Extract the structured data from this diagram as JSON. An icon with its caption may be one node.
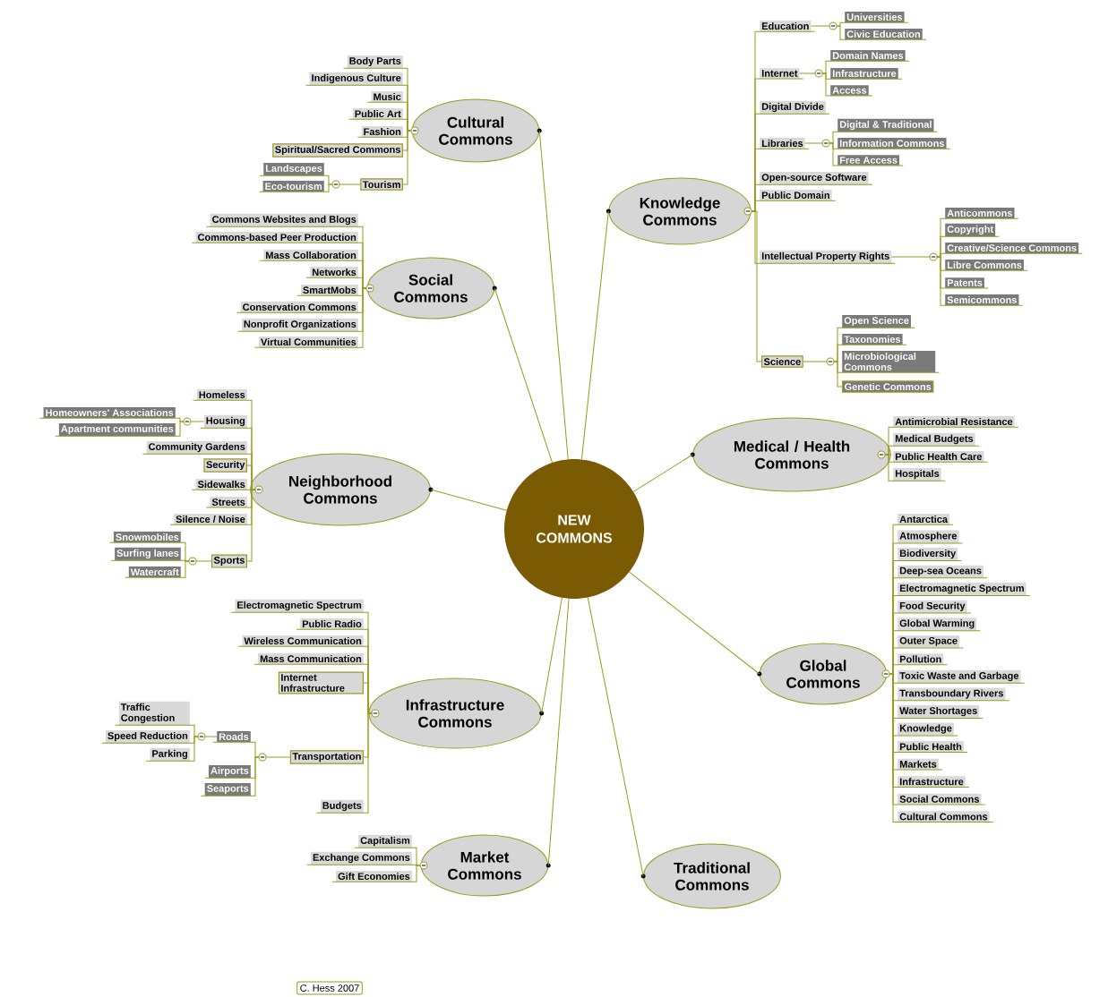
{
  "diagram": {
    "nodes": [
      {
        "text": [
          "NEW COMMONS"
        ]
      },
      {
        "text": [
          "Cultural Commons"
        ]
      },
      {
        "text": [
          "Body Parts"
        ]
      },
      {
        "text": [
          "Indigenous Culture"
        ]
      },
      {
        "text": [
          "Music"
        ]
      },
      {
        "text": [
          "Public Art"
        ]
      },
      {
        "text": [
          "Fashion"
        ]
      },
      {
        "text": [
          "Spiritual/Sacred Commons"
        ]
      },
      {
        "text": [
          "Tourism"
        ]
      },
      {
        "text": [
          "Landscapes"
        ]
      },
      {
        "text": [
          "Eco-tourism"
        ]
      },
      {
        "text": [
          "Social Commons"
        ]
      },
      {
        "text": [
          "Commons Websites and Blogs"
        ]
      },
      {
        "text": [
          "Commons-based Peer Production"
        ]
      },
      {
        "text": [
          "Mass Collaboration"
        ]
      },
      {
        "text": [
          "Networks"
        ]
      },
      {
        "text": [
          "SmartMobs"
        ]
      },
      {
        "text": [
          "Conservation Commons"
        ]
      },
      {
        "text": [
          "Nonprofit Organizations"
        ]
      },
      {
        "text": [
          "Virtual Communities"
        ]
      },
      {
        "text": [
          "Neighborhood Commons"
        ]
      },
      {
        "text": [
          "Homeless"
        ]
      },
      {
        "text": [
          "Housing"
        ]
      },
      {
        "text": [
          "Homeowners' Associations"
        ]
      },
      {
        "text": [
          "Apartment communities"
        ]
      },
      {
        "text": [
          "Community Gardens"
        ]
      },
      {
        "text": [
          "Security"
        ]
      },
      {
        "text": [
          "Sidewalks"
        ]
      },
      {
        "text": [
          "Streets"
        ]
      },
      {
        "text": [
          "Silence / Noise"
        ]
      },
      {
        "text": [
          "Sports"
        ]
      },
      {
        "text": [
          "Snowmobiles"
        ]
      },
      {
        "text": [
          "Surfing lanes"
        ]
      },
      {
        "text": [
          "Watercraft"
        ]
      },
      {
        "text": [
          "Infrastructure Commons"
        ]
      },
      {
        "text": [
          "Electromagnetic Spectrum"
        ]
      },
      {
        "text": [
          "Public Radio"
        ]
      },
      {
        "text": [
          "Wireless Communication"
        ]
      },
      {
        "text": [
          "Mass Communication"
        ]
      },
      {
        "text": [
          "Internet Infrastructure"
        ]
      },
      {
        "text": [
          "Transportation"
        ]
      },
      {
        "text": [
          "Roads"
        ]
      },
      {
        "text": [
          "Traffic Congestion"
        ]
      },
      {
        "text": [
          "Speed Reduction"
        ]
      },
      {
        "text": [
          "Parking"
        ]
      },
      {
        "text": [
          "Airports"
        ]
      },
      {
        "text": [
          "Seaports"
        ]
      },
      {
        "text": [
          "Budgets"
        ]
      },
      {
        "text": [
          "Market Commons"
        ]
      },
      {
        "text": [
          "Capitalism"
        ]
      },
      {
        "text": [
          "Exchange Commons"
        ]
      },
      {
        "text": [
          "Gift Economies"
        ]
      },
      {
        "text": [
          "Knowledge Commons"
        ]
      },
      {
        "text": [
          "Education"
        ]
      },
      {
        "text": [
          "Universities"
        ]
      },
      {
        "text": [
          "Civic Education"
        ]
      },
      {
        "text": [
          "Internet"
        ]
      },
      {
        "text": [
          "Domain Names"
        ]
      },
      {
        "text": [
          "Infrastructure"
        ]
      },
      {
        "text": [
          "Access"
        ]
      },
      {
        "text": [
          "Digital Divide"
        ]
      },
      {
        "text": [
          "Libraries"
        ]
      },
      {
        "text": [
          "Digital & Traditional"
        ]
      },
      {
        "text": [
          "Information Commons"
        ]
      },
      {
        "text": [
          "Free Access"
        ]
      },
      {
        "text": [
          "Open-source Software"
        ]
      },
      {
        "text": [
          "Public Domain"
        ]
      },
      {
        "text": [
          "Intellectual Property Rights"
        ]
      },
      {
        "text": [
          "Anticommons"
        ]
      },
      {
        "text": [
          "Copyright"
        ]
      },
      {
        "text": [
          "Creative/Science Commons"
        ]
      },
      {
        "text": [
          "Libre Commons"
        ]
      },
      {
        "text": [
          "Patents"
        ]
      },
      {
        "text": [
          "Semicommons"
        ]
      },
      {
        "text": [
          "Science"
        ]
      },
      {
        "text": [
          "Open Science"
        ]
      },
      {
        "text": [
          "Taxonomies"
        ]
      },
      {
        "text": [
          "Microbiological Commons"
        ]
      },
      {
        "text": [
          "Genetic Commons"
        ]
      },
      {
        "text": [
          "Medical / Health Commons"
        ]
      },
      {
        "text": [
          "Antimicrobial Resistance"
        ]
      },
      {
        "text": [
          "Medical Budgets"
        ]
      },
      {
        "text": [
          "Public Health Care"
        ]
      },
      {
        "text": [
          "Hospitals"
        ]
      },
      {
        "text": [
          "Global Commons"
        ]
      },
      {
        "text": [
          "Antarctica"
        ]
      },
      {
        "text": [
          "Atmosphere"
        ]
      },
      {
        "text": [
          "Biodiversity"
        ]
      },
      {
        "text": [
          "Deep-sea Oceans"
        ]
      },
      {
        "text": [
          "Electromagnetic Spectrum"
        ]
      },
      {
        "text": [
          "Food Security"
        ]
      },
      {
        "text": [
          "Global Warming"
        ]
      },
      {
        "text": [
          "Outer Space"
        ]
      },
      {
        "text": [
          "Pollution"
        ]
      },
      {
        "text": [
          "Toxic Waste and Garbage"
        ]
      },
      {
        "text": [
          "Transboundary Rivers"
        ]
      },
      {
        "text": [
          "Water Shortages"
        ]
      },
      {
        "text": [
          "Knowledge"
        ]
      },
      {
        "text": [
          "Public Health"
        ]
      },
      {
        "text": [
          "Markets"
        ]
      },
      {
        "text": [
          "Infrastructure"
        ]
      },
      {
        "text": [
          "Social Commons"
        ]
      },
      {
        "text": [
          "Cultural Commons"
        ]
      },
      {
        "text": [
          "Traditional Commons"
        ]
      },
      {
        "text": [
          "C. Hess 2007"
        ]
      }
    ],
    "edges": [
      {
        "from": 0,
        "to": 1,
        "arrow": "none"
      },
      {
        "from": 0,
        "to": 11,
        "arrow": "none"
      },
      {
        "from": 0,
        "to": 20,
        "arrow": "none"
      },
      {
        "from": 0,
        "to": 34,
        "arrow": "none"
      },
      {
        "from": 0,
        "to": 48,
        "arrow": "none"
      },
      {
        "from": 0,
        "to": 52,
        "arrow": "none"
      },
      {
        "from": 0,
        "to": 79,
        "arrow": "none"
      },
      {
        "from": 0,
        "to": 84,
        "arrow": "none"
      },
      {
        "from": 0,
        "to": 103,
        "arrow": "none"
      },
      {
        "from": 1,
        "to": 2,
        "arrow": "none"
      },
      {
        "from": 1,
        "to": 3,
        "arrow": "none"
      },
      {
        "from": 1,
        "to": 4,
        "arrow": "none"
      },
      {
        "from": 1,
        "to": 5,
        "arrow": "none"
      },
      {
        "from": 1,
        "to": 6,
        "arrow": "none"
      },
      {
        "from": 1,
        "to": 7,
        "arrow": "none"
      },
      {
        "from": 1,
        "to": 8,
        "arrow": "none"
      },
      {
        "from": 8,
        "to": 9,
        "arrow": "none"
      },
      {
        "from": 8,
        "to": 10,
        "arrow": "none"
      },
      {
        "from": 11,
        "to": 12,
        "arrow": "none"
      },
      {
        "from": 11,
        "to": 13,
        "arrow": "none"
      },
      {
        "from": 11,
        "to": 14,
        "arrow": "none"
      },
      {
        "from": 11,
        "to": 15,
        "arrow": "none"
      },
      {
        "from": 11,
        "to": 16,
        "arrow": "none"
      },
      {
        "from": 11,
        "to": 17,
        "arrow": "none"
      },
      {
        "from": 11,
        "to": 18,
        "arrow": "none"
      },
      {
        "from": 11,
        "to": 19,
        "arrow": "none"
      },
      {
        "from": 20,
        "to": 21,
        "arrow": "none"
      },
      {
        "from": 20,
        "to": 22,
        "arrow": "none"
      },
      {
        "from": 22,
        "to": 23,
        "arrow": "none"
      },
      {
        "from": 22,
        "to": 24,
        "arrow": "none"
      },
      {
        "from": 20,
        "to": 25,
        "arrow": "none"
      },
      {
        "from": 20,
        "to": 26,
        "arrow": "none"
      },
      {
        "from": 20,
        "to": 27,
        "arrow": "none"
      },
      {
        "from": 20,
        "to": 28,
        "arrow": "none"
      },
      {
        "from": 20,
        "to": 29,
        "arrow": "none"
      },
      {
        "from": 20,
        "to": 30,
        "arrow": "none"
      },
      {
        "from": 30,
        "to": 31,
        "arrow": "none"
      },
      {
        "from": 30,
        "to": 32,
        "arrow": "none"
      },
      {
        "from": 30,
        "to": 33,
        "arrow": "none"
      },
      {
        "from": 34,
        "to": 35,
        "arrow": "none"
      },
      {
        "from": 34,
        "to": 36,
        "arrow": "none"
      },
      {
        "from": 34,
        "to": 37,
        "arrow": "none"
      },
      {
        "from": 34,
        "to": 38,
        "arrow": "none"
      },
      {
        "from": 34,
        "to": 39,
        "arrow": "none"
      },
      {
        "from": 34,
        "to": 40,
        "arrow": "none"
      },
      {
        "from": 40,
        "to": 41,
        "arrow": "none"
      },
      {
        "from": 41,
        "to": 42,
        "arrow": "none"
      },
      {
        "from": 41,
        "to": 43,
        "arrow": "none"
      },
      {
        "from": 41,
        "to": 44,
        "arrow": "none"
      },
      {
        "from": 40,
        "to": 45,
        "arrow": "none"
      },
      {
        "from": 40,
        "to": 46,
        "arrow": "none"
      },
      {
        "from": 34,
        "to": 47,
        "arrow": "none"
      },
      {
        "from": 48,
        "to": 49,
        "arrow": "none"
      },
      {
        "from": 48,
        "to": 50,
        "arrow": "none"
      },
      {
        "from": 48,
        "to": 51,
        "arrow": "none"
      },
      {
        "from": 52,
        "to": 53,
        "arrow": "none"
      },
      {
        "from": 53,
        "to": 54,
        "arrow": "none"
      },
      {
        "from": 53,
        "to": 55,
        "arrow": "none"
      },
      {
        "from": 52,
        "to": 56,
        "arrow": "none"
      },
      {
        "from": 56,
        "to": 57,
        "arrow": "none"
      },
      {
        "from": 56,
        "to": 58,
        "arrow": "none"
      },
      {
        "from": 56,
        "to": 59,
        "arrow": "none"
      },
      {
        "from": 52,
        "to": 60,
        "arrow": "none"
      },
      {
        "from": 52,
        "to": 61,
        "arrow": "none"
      },
      {
        "from": 61,
        "to": 62,
        "arrow": "none"
      },
      {
        "from": 61,
        "to": 63,
        "arrow": "none"
      },
      {
        "from": 61,
        "to": 64,
        "arrow": "none"
      },
      {
        "from": 52,
        "to": 65,
        "arrow": "none"
      },
      {
        "from": 52,
        "to": 66,
        "arrow": "none"
      },
      {
        "from": 52,
        "to": 67,
        "arrow": "none"
      },
      {
        "from": 67,
        "to": 68,
        "arrow": "none"
      },
      {
        "from": 67,
        "to": 69,
        "arrow": "none"
      },
      {
        "from": 67,
        "to": 70,
        "arrow": "none"
      },
      {
        "from": 67,
        "to": 71,
        "arrow": "none"
      },
      {
        "from": 67,
        "to": 72,
        "arrow": "none"
      },
      {
        "from": 67,
        "to": 73,
        "arrow": "none"
      },
      {
        "from": 52,
        "to": 74,
        "arrow": "none"
      },
      {
        "from": 74,
        "to": 75,
        "arrow": "none"
      },
      {
        "from": 74,
        "to": 76,
        "arrow": "none"
      },
      {
        "from": 74,
        "to": 77,
        "arrow": "none"
      },
      {
        "from": 74,
        "to": 78,
        "arrow": "none"
      },
      {
        "from": 79,
        "to": 80,
        "arrow": "none"
      },
      {
        "from": 79,
        "to": 81,
        "arrow": "none"
      },
      {
        "from": 79,
        "to": 82,
        "arrow": "none"
      },
      {
        "from": 79,
        "to": 83,
        "arrow": "none"
      },
      {
        "from": 84,
        "to": 85,
        "arrow": "none"
      },
      {
        "from": 84,
        "to": 86,
        "arrow": "none"
      },
      {
        "from": 84,
        "to": 87,
        "arrow": "none"
      },
      {
        "from": 84,
        "to": 88,
        "arrow": "none"
      },
      {
        "from": 84,
        "to": 89,
        "arrow": "none"
      },
      {
        "from": 84,
        "to": 90,
        "arrow": "none"
      },
      {
        "from": 84,
        "to": 91,
        "arrow": "none"
      },
      {
        "from": 84,
        "to": 92,
        "arrow": "none"
      },
      {
        "from": 84,
        "to": 93,
        "arrow": "none"
      },
      {
        "from": 84,
        "to": 94,
        "arrow": "none"
      },
      {
        "from": 84,
        "to": 95,
        "arrow": "none"
      },
      {
        "from": 84,
        "to": 96,
        "arrow": "none"
      },
      {
        "from": 84,
        "to": 97,
        "arrow": "none"
      },
      {
        "from": 84,
        "to": 98,
        "arrow": "none"
      },
      {
        "from": 84,
        "to": 99,
        "arrow": "none"
      },
      {
        "from": 84,
        "to": 100,
        "arrow": "none"
      },
      {
        "from": 84,
        "to": 101,
        "arrow": "none"
      },
      {
        "from": 84,
        "to": 102,
        "arrow": "none"
      }
    ]
  }
}
